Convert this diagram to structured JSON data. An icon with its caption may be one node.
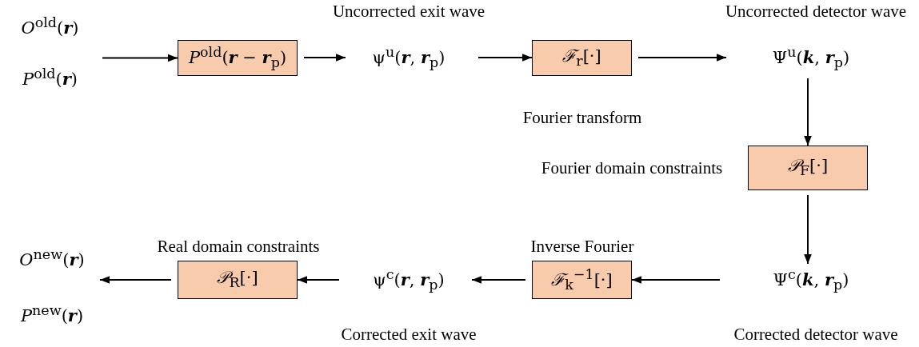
{
  "diagram": {
    "nodes": [
      {
        "text": [
          "*O*$^{old}$(**r**)",
          "*P*$^{old}$(**r**)"
        ]
      },
      {
        "text": [
          "*P*$^{old}$(**r** − **r**$_{p}$)"
        ]
      },
      {
        "text": [
          "ψ$^{u}$(**r**, **r**$_{p}$)"
        ],
        "beside": [
          "Uncorrected exit wave"
        ]
      },
      {
        "text": [
          "*ℱ*$_{r}$[·]"
        ],
        "beside": [
          "Fourier transform"
        ]
      },
      {
        "text": [
          "Ψ$^{u}$(**k**, **r**$_{p}$)"
        ],
        "beside": [
          "Uncorrected detector wave"
        ]
      },
      {
        "text": [
          "*𝒫*$_{F}$[·]"
        ],
        "beside": [
          "Fourier domain constraints"
        ]
      },
      {
        "text": [
          "Ψ$^{c}$(**k**, **r**$_{p}$)"
        ],
        "beside": [
          "Corrected detector wave"
        ]
      },
      {
        "text": [
          "*ℱ*$_{k}$$^{−1}$[·]"
        ],
        "beside": [
          "Inverse Fourier"
        ]
      },
      {
        "text": [
          "ψ$^{c}$(**r**, **r**$_{p}$)"
        ],
        "beside": [
          "Corrected exit wave"
        ]
      },
      {
        "text": [
          "*𝒫*$_{R}$[·]"
        ],
        "beside": [
          "Real domain constraints"
        ]
      },
      {
        "text": [
          "*O*$^{new}$(**r**)",
          "*P*$^{new}$(**r**)"
        ]
      }
    ],
    "edges": [
      {
        "from": 0,
        "to": 1,
        "arrow": "to"
      },
      {
        "from": 1,
        "to": 2,
        "arrow": "to"
      },
      {
        "from": 2,
        "to": 3,
        "arrow": "to"
      },
      {
        "from": 3,
        "to": 4,
        "arrow": "to"
      },
      {
        "from": 4,
        "to": 5,
        "arrow": "to"
      },
      {
        "from": 5,
        "to": 6,
        "arrow": "to"
      },
      {
        "from": 6,
        "to": 7,
        "arrow": "to"
      },
      {
        "from": 7,
        "to": 8,
        "arrow": "to"
      },
      {
        "from": 8,
        "to": 9,
        "arrow": "to"
      },
      {
        "from": 9,
        "to": 10,
        "arrow": "to"
      }
    ]
  }
}
